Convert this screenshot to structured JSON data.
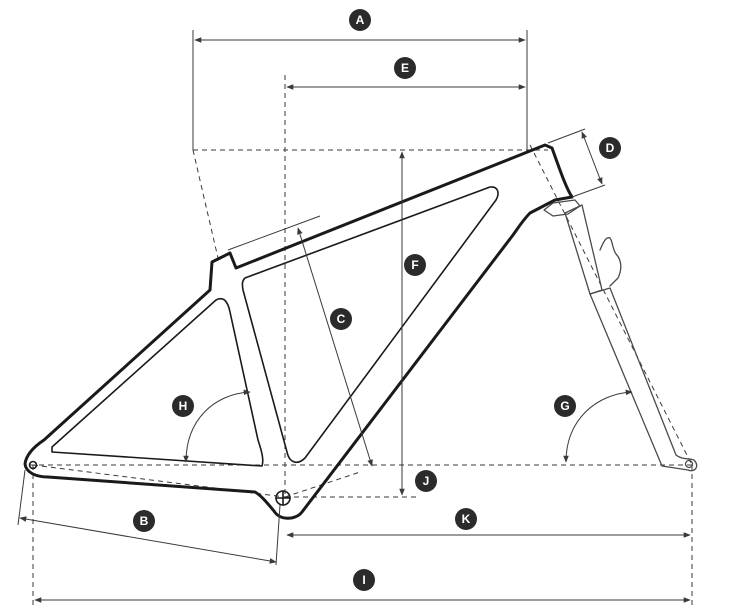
{
  "diagram": {
    "labels": {
      "A": "A",
      "B": "B",
      "C": "C",
      "D": "D",
      "E": "E",
      "F": "F",
      "G": "G",
      "H": "H",
      "I": "I",
      "J": "J",
      "K": "K"
    },
    "colors": {
      "frame": "#1a1a1a",
      "dimension_lines": "#3a3a3a",
      "badge": "#2b2b2b",
      "badge_text": "#ffffff"
    }
  }
}
